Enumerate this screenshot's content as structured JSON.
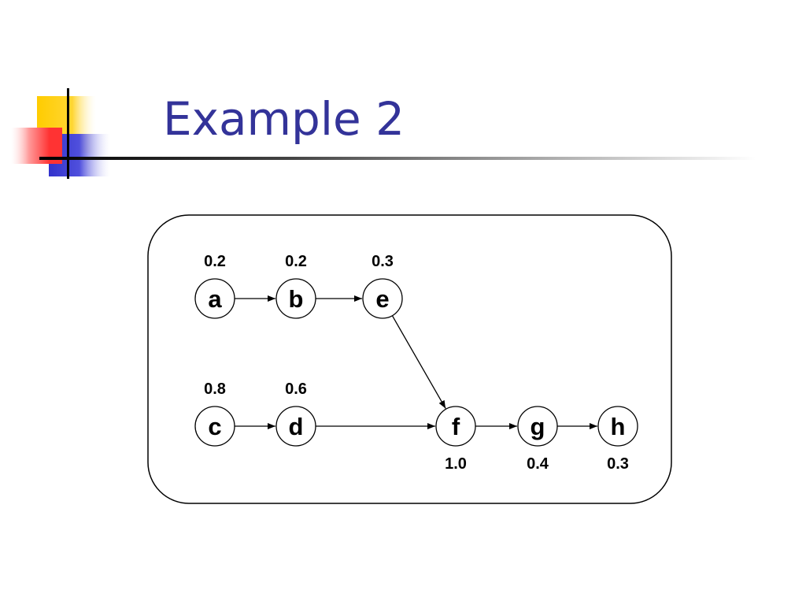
{
  "slide": {
    "title": "Example 2"
  },
  "colors": {
    "title": "#333399",
    "accent_yellow": "#ffcc00",
    "accent_red": "#ff3333",
    "accent_blue": "#3333cc"
  },
  "graph": {
    "nodes": [
      {
        "id": "a",
        "label": "a",
        "value": "0.2"
      },
      {
        "id": "b",
        "label": "b",
        "value": "0.2"
      },
      {
        "id": "e",
        "label": "e",
        "value": "0.3"
      },
      {
        "id": "c",
        "label": "c",
        "value": "0.8"
      },
      {
        "id": "d",
        "label": "d",
        "value": "0.6"
      },
      {
        "id": "f",
        "label": "f",
        "value": "1.0"
      },
      {
        "id": "g",
        "label": "g",
        "value": "0.4"
      },
      {
        "id": "h",
        "label": "h",
        "value": "0.3"
      }
    ],
    "edges": [
      {
        "from": "a",
        "to": "b"
      },
      {
        "from": "b",
        "to": "e"
      },
      {
        "from": "e",
        "to": "f"
      },
      {
        "from": "c",
        "to": "d"
      },
      {
        "from": "d",
        "to": "f"
      },
      {
        "from": "f",
        "to": "g"
      },
      {
        "from": "g",
        "to": "h"
      }
    ]
  }
}
